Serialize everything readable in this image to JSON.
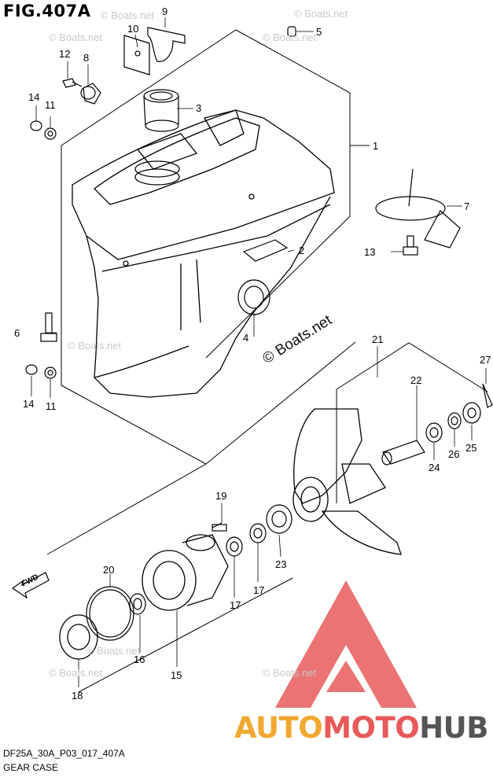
{
  "figure_title": "FIG.407A",
  "footer": {
    "code": "DF25A_30A_P03_017_407A",
    "caption": "GEAR CASE"
  },
  "watermark": {
    "small": "© Boats.net",
    "large": "© Boats.net"
  },
  "fwd_label": "FWD",
  "logo": {
    "part1": "AUTO",
    "part2": "MOTO",
    "part3": "HUB",
    "color_orange": "#f0a830",
    "color_red": "#e85a5a",
    "color_gray": "#555555"
  },
  "parts": [
    {
      "id": "p1",
      "num": "1"
    },
    {
      "id": "p2",
      "num": "2"
    },
    {
      "id": "p3",
      "num": "3"
    },
    {
      "id": "p4",
      "num": "4"
    },
    {
      "id": "p5",
      "num": "5"
    },
    {
      "id": "p6",
      "num": "6"
    },
    {
      "id": "p7",
      "num": "7"
    },
    {
      "id": "p8",
      "num": "8"
    },
    {
      "id": "p9",
      "num": "9"
    },
    {
      "id": "p10",
      "num": "10"
    },
    {
      "id": "p11a",
      "num": "11"
    },
    {
      "id": "p11b",
      "num": "11"
    },
    {
      "id": "p12",
      "num": "12"
    },
    {
      "id": "p13",
      "num": "13"
    },
    {
      "id": "p14a",
      "num": "14"
    },
    {
      "id": "p14b",
      "num": "14"
    },
    {
      "id": "p15",
      "num": "15"
    },
    {
      "id": "p16",
      "num": "16"
    },
    {
      "id": "p17a",
      "num": "17"
    },
    {
      "id": "p17b",
      "num": "17"
    },
    {
      "id": "p18",
      "num": "18"
    },
    {
      "id": "p19",
      "num": "19"
    },
    {
      "id": "p20",
      "num": "20"
    },
    {
      "id": "p21",
      "num": "21"
    },
    {
      "id": "p22",
      "num": "22"
    },
    {
      "id": "p23",
      "num": "23"
    },
    {
      "id": "p24",
      "num": "24"
    },
    {
      "id": "p25",
      "num": "25"
    },
    {
      "id": "p26",
      "num": "26"
    },
    {
      "id": "p27",
      "num": "27"
    }
  ]
}
